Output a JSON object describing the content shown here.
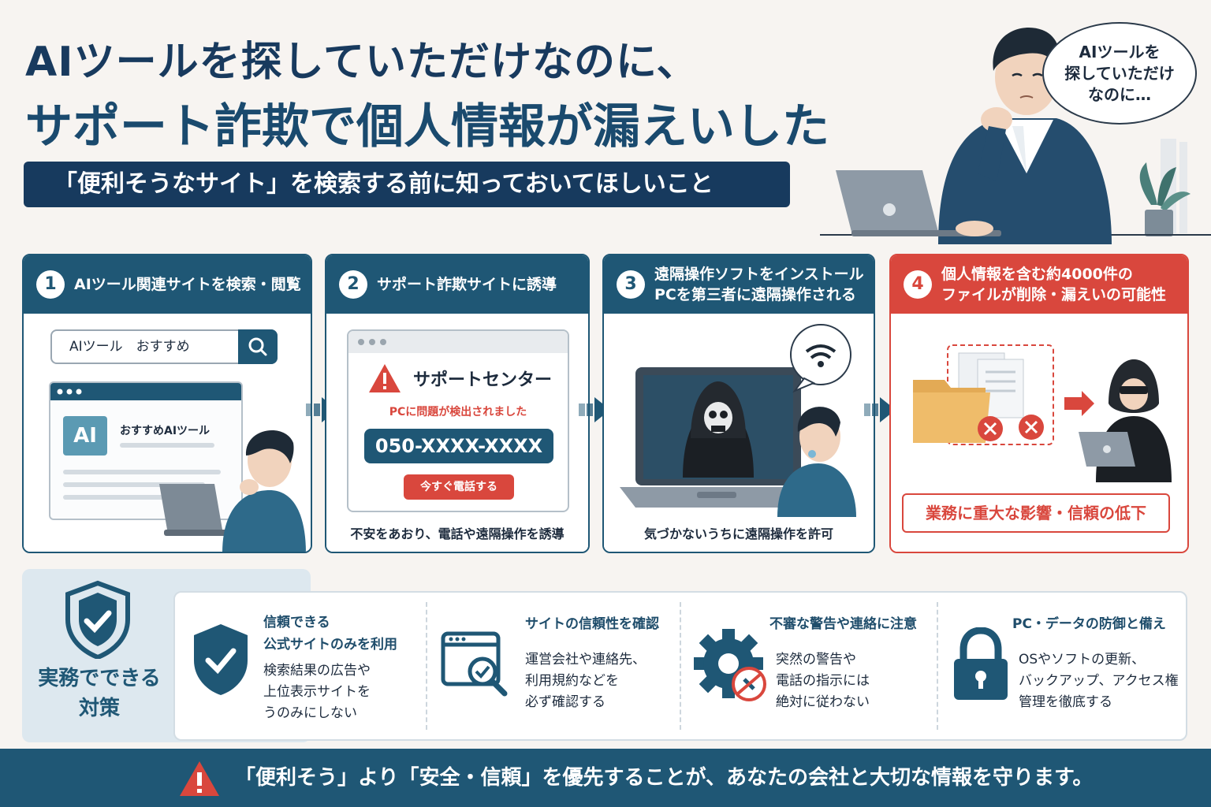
{
  "header": {
    "title_line1": "AIツールを探していただけなのに、",
    "title_line2": "サポート詐欺で個人情報が漏えいした",
    "subtitle": "「便利そうなサイト」を検索する前に知っておいてほしいこと"
  },
  "hero": {
    "thought_bubble": "AIツールを\n探していただけ\nなのに…"
  },
  "steps": [
    {
      "number": "1",
      "title": "AIツール関連サイトを検索・閲覧",
      "search_query": "AIツール　おすすめ",
      "browser_tile": "AI",
      "browser_label": "おすすめAIツール",
      "caption": ""
    },
    {
      "number": "2",
      "title": "サポート詐欺サイトに誘導",
      "popup_title": "サポートセンター",
      "popup_warning": "PCに問題が検出されました",
      "phone_number": "050-XXXX-XXXX",
      "call_button": "今すぐ電話する",
      "caption": "不安をあおり、電話や遠隔操作を誘導"
    },
    {
      "number": "3",
      "title": "遠隔操作ソフトをインストール\nPCを第三者に遠隔操作される",
      "caption": "気づかないうちに遠隔操作を許可"
    },
    {
      "number": "4",
      "title": "個人情報を含む約4000件の\nファイルが削除・漏えいの可能性",
      "impact": "業務に重大な影響・信頼の低下"
    }
  ],
  "measures": {
    "label": "実務でできる\n対策",
    "items": [
      {
        "icon": "shield-check-icon",
        "title": "信頼できる\n公式サイトのみを利用",
        "text": "検索結果の広告や\n上位表示サイトを\nうのみにしない"
      },
      {
        "icon": "browser-search-icon",
        "title": "サイトの信頼性を確認",
        "text": "運営会社や連絡先、\n利用規約などを\n必ず確認する"
      },
      {
        "icon": "gear-warning-icon",
        "title": "不審な警告や連絡に注意",
        "text": "突然の警告や\n電話の指示には\n絶対に従わない"
      },
      {
        "icon": "padlock-icon",
        "title": "PC・データの防御と備え",
        "text": "OSやソフトの更新、\nバックアップ、アクセス権\n管理を徹底する"
      }
    ]
  },
  "footer": {
    "message": "「便利そう」より「安全・信頼」を優先することが、あなたの会社と大切な情報を守ります。"
  },
  "colors": {
    "navy": "#173a5e",
    "teal": "#1f5775",
    "red": "#d9473d",
    "background": "#f7f4f1"
  }
}
